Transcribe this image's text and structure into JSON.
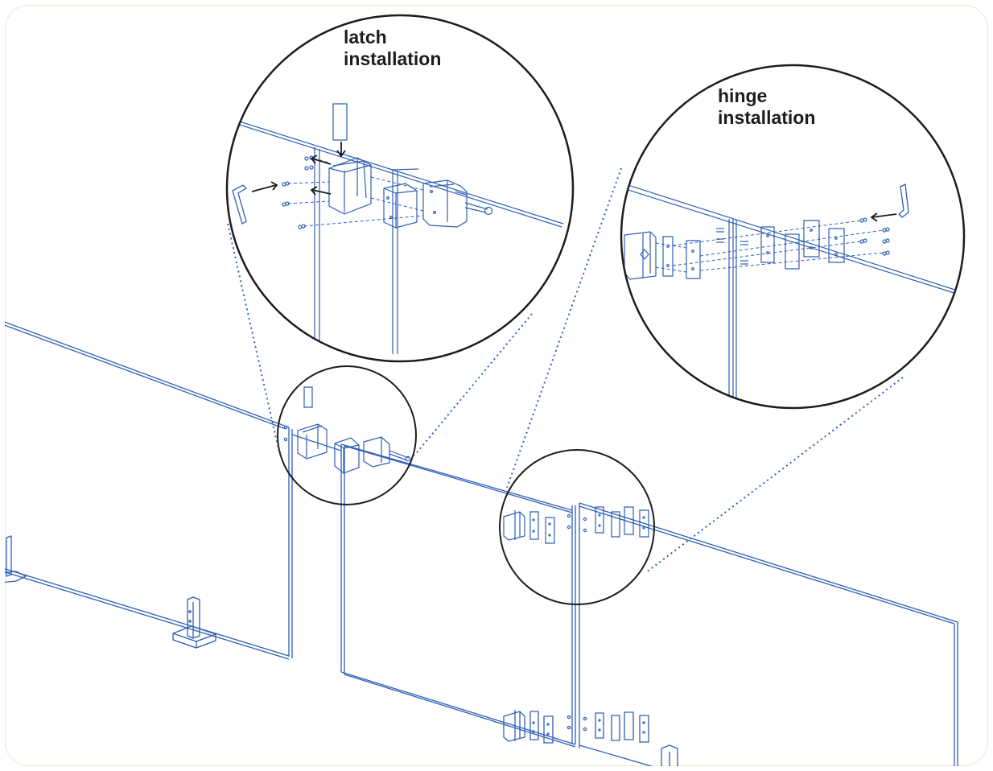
{
  "callouts": {
    "latch": {
      "title_line1": "latch",
      "title_line2": "installation"
    },
    "hinge": {
      "title_line1": "hinge",
      "title_line2": "installation"
    }
  },
  "colors": {
    "line": "#2f5fb6",
    "outline": "#1d1d1b",
    "frame_border": "#efe7d2",
    "background": "#ffffff"
  }
}
